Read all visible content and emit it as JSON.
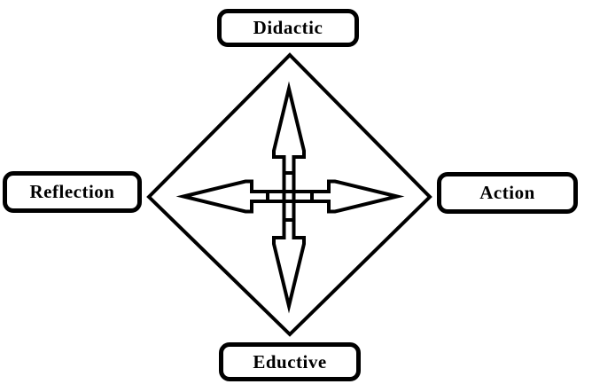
{
  "diagram": {
    "background_color": "#ffffff",
    "line_color": "#000000",
    "center": {
      "shape": "diamond",
      "icon": "four-way-arrow-icon",
      "meaning": "bidirectional relationship between all four poles"
    },
    "nodes": [
      {
        "id": "top",
        "label": "Didactic"
      },
      {
        "id": "left",
        "label": "Reflection"
      },
      {
        "id": "right",
        "label": "Action"
      },
      {
        "id": "bottom",
        "label": "Eductive"
      }
    ]
  }
}
